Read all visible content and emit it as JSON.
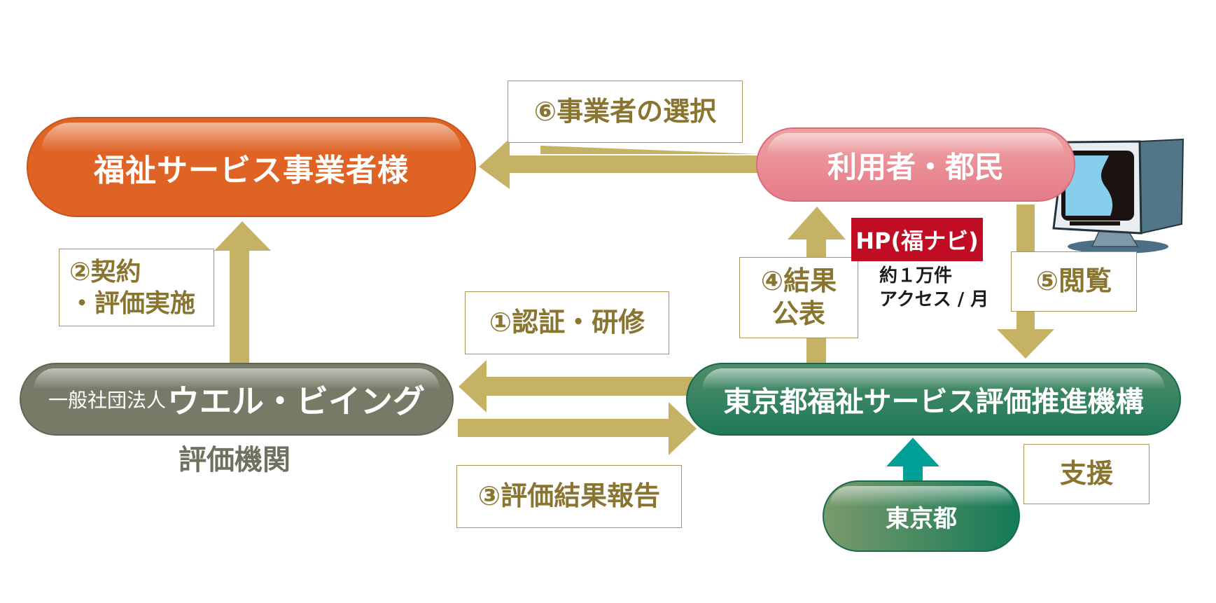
{
  "nodes": {
    "provider": "福祉サービス事業者様",
    "users": "利用者・都民",
    "evaluator_prefix": "一般社団法人",
    "evaluator_name": "ウエル・ビイング",
    "evaluator_role": "評価機関",
    "org": "東京都福祉サービス評価推進機構",
    "tokyo": "東京都"
  },
  "steps": {
    "step1": "①認証・研修",
    "step2_line1": "②契約",
    "step2_line2": "・評価実施",
    "step3": "③評価結果報告",
    "step4_line1": "④結果",
    "step4_line2": "公表",
    "step5": "⑤閲覧",
    "step6": "⑥事業者の選択",
    "support": "支援"
  },
  "website": {
    "badge": "HP(福ナビ)",
    "access_line1": "約１万件",
    "access_line2": "アクセス / 月"
  },
  "colors": {
    "provider": "#df6324",
    "users": "#e88a94",
    "evaluator": "#777a66",
    "org": "#2a7f5c",
    "tokyo": "#137a57",
    "arrow": "#c6b265",
    "tokyo_arrow": "#00a098",
    "label_text": "#8a7530",
    "hp_badge": "#c00d24"
  }
}
